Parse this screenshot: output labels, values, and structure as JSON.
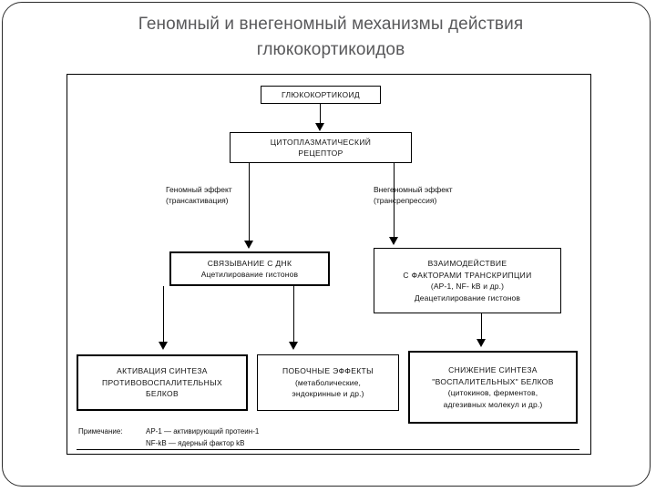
{
  "slide": {
    "title_line1": "Геномный и внегеномный механизмы действия",
    "title_line2": "глюкокортикоидов",
    "title_color": "#59595b",
    "background": "#ffffff",
    "ink_color": "#000000"
  },
  "diagram": {
    "nodes": {
      "glucocorticoid": {
        "line1": "ГЛЮКОКОРТИКОИД"
      },
      "receptor": {
        "line1": "ЦИТОПЛАЗМАТИЧЕСКИЙ",
        "line2": "РЕЦЕПТОР"
      },
      "dna_binding": {
        "line1": "СВЯЗЫВАНИЕ С ДНК",
        "line2": "Ацетилирование гистонов"
      },
      "transcription_factors": {
        "line1": "ВЗАИМОДЕЙСТВИЕ",
        "line2": "С ФАКТОРАМИ ТРАНСКРИПЦИИ",
        "line3": "(AP-1, NF- kB и др.)",
        "line4": "Деацетилирование гистонов"
      },
      "anti_inflammatory": {
        "line1": "АКТИВАЦИЯ СИНТЕЗА",
        "line2": "ПРОТИВОВОСПАЛИТЕЛЬНЫХ",
        "line3": "БЕЛКОВ"
      },
      "side_effects": {
        "line1": "ПОБОЧНЫЕ ЭФФЕКТЫ",
        "line2": "(метаболические,",
        "line3": "эндокринные и др.)"
      },
      "decreased_synthesis": {
        "line1": "СНИЖЕНИЕ СИНТЕЗА",
        "line2": "\"ВОСПАЛИТЕЛЬНЫХ\" БЕЛКОВ",
        "line3": "(цитокинов, ферментов,",
        "line4": "адгезивных молекул и др.)"
      }
    },
    "edge_labels": {
      "genomic": {
        "line1": "Геномный эффект",
        "line2": "(трансактивация)"
      },
      "nongenomic": {
        "line1": "Внегеномный эффект",
        "line2": "(трансрепрессия)"
      }
    },
    "footnote": {
      "label": "Примечание:",
      "line1": "AP-1 — активирующий протеин-1",
      "line2": "NF-kB — ядерный фактор kB"
    }
  }
}
